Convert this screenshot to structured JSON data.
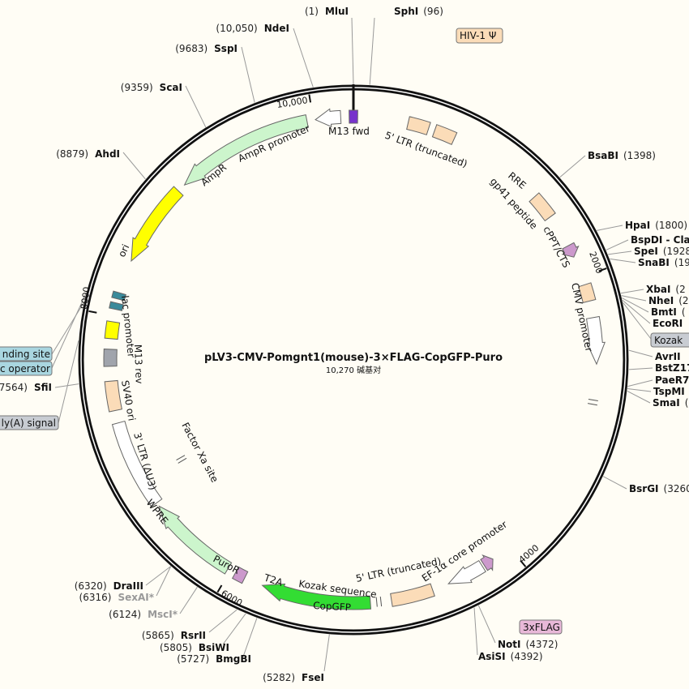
{
  "map": {
    "title": "pLV3-CMV-Pomgnt1(mouse)-3×FLAG-CopGFP-Puro",
    "length": "10,270 碱基对",
    "ticks": [
      "10,000",
      "2000",
      "4000",
      "6000",
      "8000"
    ]
  },
  "colors": {
    "background": "#fffdf5",
    "peach": "#fbdcb8",
    "green_light": "#ccf5cc",
    "green": "#33dd33",
    "yellow": "#ffff00",
    "pink": "#cc99cc",
    "purple": "#7733cc",
    "gray": "#a0a4ac",
    "label_box": "#a9d6e0"
  },
  "enzymes": {
    "mlui": {
      "pos": "(1)",
      "name": "MluI"
    },
    "sphi": {
      "name": "SphI",
      "pos": "(96)"
    },
    "ndei": {
      "pos": "(10,050)",
      "name": "NdeI"
    },
    "sspi": {
      "pos": "(9683)",
      "name": "SspI"
    },
    "scai": {
      "pos": "(9359)",
      "name": "ScaI"
    },
    "ahdi": {
      "pos": "(8879)",
      "name": "AhdI"
    },
    "bsabi": {
      "name": "BsaBI",
      "pos": "(1398)"
    },
    "hpai": {
      "name": "HpaI",
      "pos": "(1800)"
    },
    "bspdi": {
      "name": "BspDI - Cla"
    },
    "spei": {
      "name": "SpeI",
      "pos": "(1928"
    },
    "snabi": {
      "name": "SnaBI",
      "pos": "(19"
    },
    "xbai": {
      "name": "XbaI",
      "pos": "(2"
    },
    "nhei": {
      "name": "NheI",
      "pos": "(2"
    },
    "bmti": {
      "name": "BmtI",
      "pos": "("
    },
    "ecori": {
      "name": "EcoRI"
    },
    "avrii": {
      "name": "AvrII"
    },
    "bstz17i": {
      "name": "BstZ17"
    },
    "paer7i": {
      "name": "PaeR7"
    },
    "tspmi": {
      "name": "TspMI"
    },
    "smai": {
      "name": "SmaI",
      "pos": "("
    },
    "bsrgi": {
      "name": "BsrGI",
      "pos": "(3260"
    },
    "noti": {
      "name": "NotI",
      "pos": "(4372)"
    },
    "asisi": {
      "name": "AsiSI",
      "pos": "(4392)"
    },
    "fsei": {
      "pos": "(5282)",
      "name": "FseI"
    },
    "bmgbi": {
      "pos": "(5727)",
      "name": "BmgBI"
    },
    "bsiwi": {
      "pos": "(5805)",
      "name": "BsiWI"
    },
    "rsrii": {
      "pos": "(5865)",
      "name": "RsrII"
    },
    "msci": {
      "pos": "(6124)",
      "name": "MscI*"
    },
    "sexai": {
      "pos": "(6316)",
      "name": "SexAI*"
    },
    "draiii": {
      "pos": "(6320)",
      "name": "DraIII"
    },
    "sfii": {
      "pos": "(7564)",
      "name": "SfiI"
    }
  },
  "boxed_labels": {
    "hiv1_psi": "HIV-1 Ψ",
    "kozak": "Kozak",
    "flag": "3xFLAG",
    "cap_binding": "nding site",
    "lac_operator": "c operator",
    "polya": "ly(A) signal"
  },
  "features": {
    "m13_fwd": "M13 fwd",
    "ltr5_top": "5' LTR (truncated)",
    "rre": "RRE",
    "gp41": "gp41 peptide",
    "cppt": "cPPT/CTS",
    "cmv": "CMV promoter",
    "ef1a": "EF-1α core promoter",
    "ltr5_bottom": "5' LTR (truncated)",
    "kozak_seq": "Kozak sequence",
    "copgfp": "CopGFP",
    "t2a": "T2A",
    "puror": "PuroR",
    "wpre": "WPRE",
    "ltr3": "3' LTR (ΔU3)",
    "factor_xa": "Factor Xa site",
    "sv40_ori": "SV40 ori",
    "m13_rev": "M13 rev",
    "lac_promoter": "lac promoter",
    "ori": "ori",
    "ampr": "AmpR",
    "ampr_promoter": "AmpR promoter"
  }
}
